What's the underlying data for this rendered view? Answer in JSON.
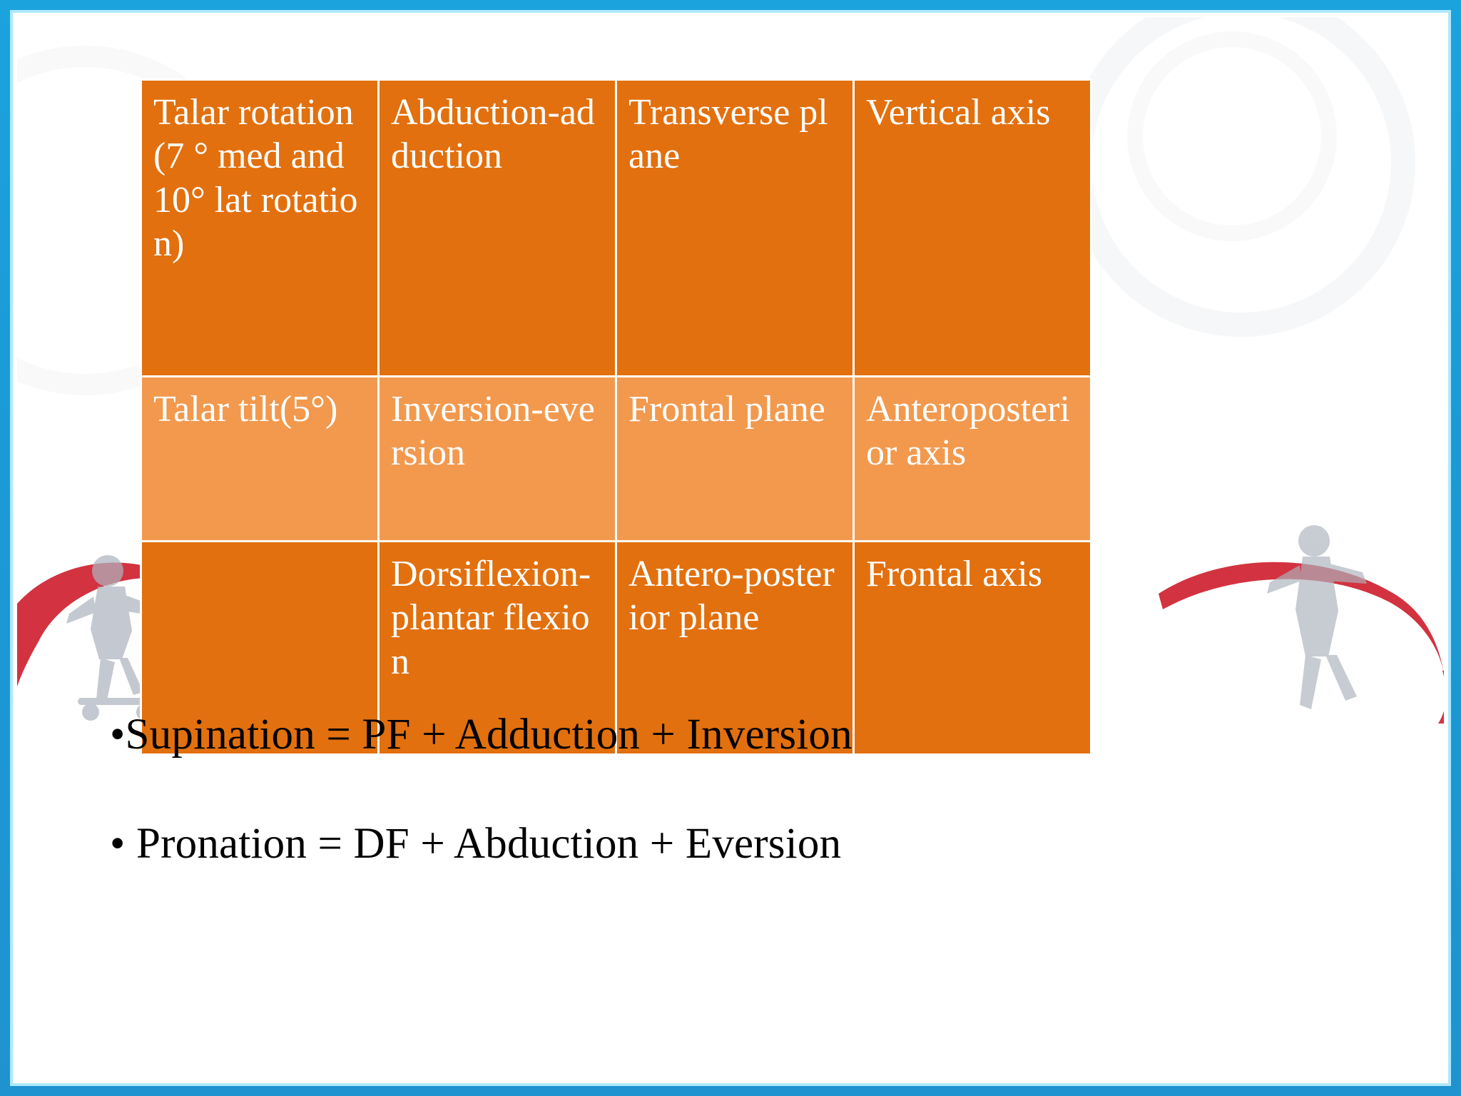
{
  "slide": {
    "border_color": "#1CA0DC",
    "inner_border_color": "#AEE9FB",
    "background_color": "#FFFFFF"
  },
  "table": {
    "colors": {
      "row_dark": "#E2700E",
      "row_light": "#F2994E",
      "text": "#FFFFFF",
      "gridline": "#FFFFFF"
    },
    "rows": [
      {
        "shade": "dark",
        "cells": [
          "Talar rotation(7 ° med and 10° lat rotation)",
          "Abduction-adduction",
          "Transverse plane",
          "Vertical axis"
        ]
      },
      {
        "shade": "light",
        "cells": [
          "Talar tilt(5°)",
          "Inversion-eversion",
          "Frontal plane",
          "Anteroposterior axis"
        ]
      },
      {
        "shade": "dark",
        "cells": [
          "",
          "Dorsiflexion-plantar flexion",
          "Antero-posterior plane",
          "Frontal axis"
        ]
      }
    ]
  },
  "bullets": [
    "•Supination = PF + Adduction + Inversion",
    "• Pronation = DF + Abduction + Eversion"
  ],
  "decorations": {
    "swoosh_color": "#CF2130",
    "silhouette_color": "#AEB4BE",
    "watermark_color": "#AAAFB9"
  }
}
